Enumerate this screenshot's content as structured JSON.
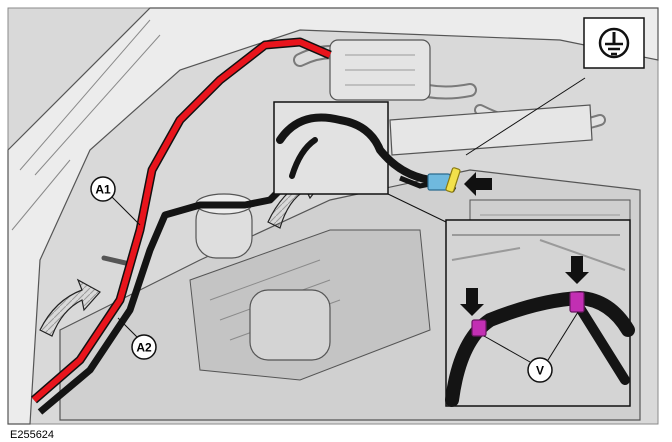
{
  "figure": {
    "id": "E255624",
    "callouts": {
      "a1": "A1",
      "a2": "A2",
      "v": "V"
    },
    "symbol_icon": "ground-symbol-icon"
  },
  "colors": {
    "harness_red": "#e8141c",
    "harness_black": "#141414",
    "connector_blue": "#6fb9de",
    "connector_yellow": "#f2e14b",
    "clip_magenta": "#c22fb3",
    "line_art": "#4a4a4a",
    "fill_light": "#dcdcdc",
    "fill_mid": "#c4c4c4"
  }
}
